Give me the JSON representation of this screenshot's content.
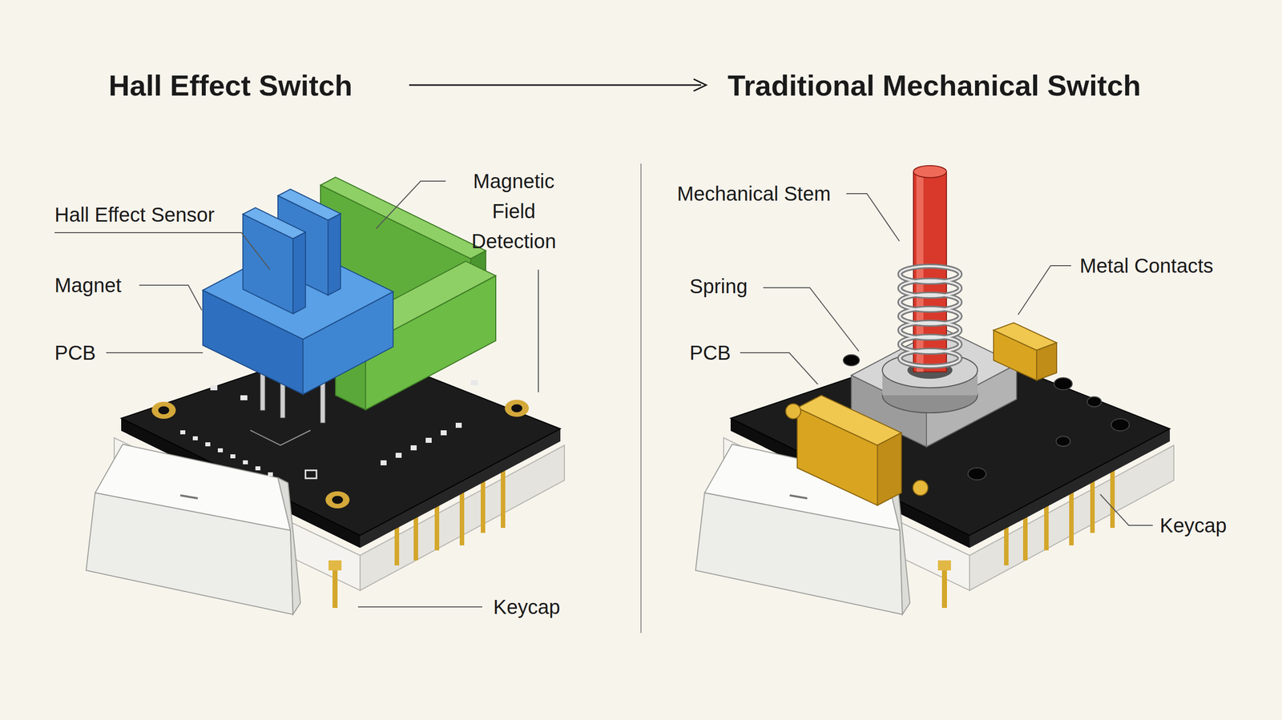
{
  "diagram": {
    "labels": [
      "Hall Effect Switch",
      "Traditional Mechanical Switch",
      "Hall Effect Sensor",
      "Magnet",
      "PCB",
      "Magnetic Field Detection",
      "Keycap",
      "Mechanical Stem",
      "Spring",
      "PCB",
      "Metal Contacts",
      "Keycap"
    ]
  }
}
